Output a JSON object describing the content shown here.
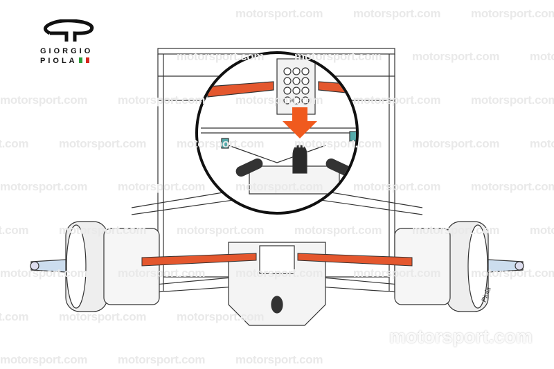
{
  "watermark": {
    "text": "motorsport.com",
    "large_text": "motorsport.com"
  },
  "logo": {
    "line1": "GIORGIO",
    "line2": "PIOLA",
    "flag_colors": [
      "#2e9d3a",
      "#ffffff",
      "#d7261e"
    ]
  },
  "signature": "Piola",
  "colors": {
    "accent_red": "#e4572e",
    "arrow": "#f05a1e",
    "line": "#333333"
  }
}
